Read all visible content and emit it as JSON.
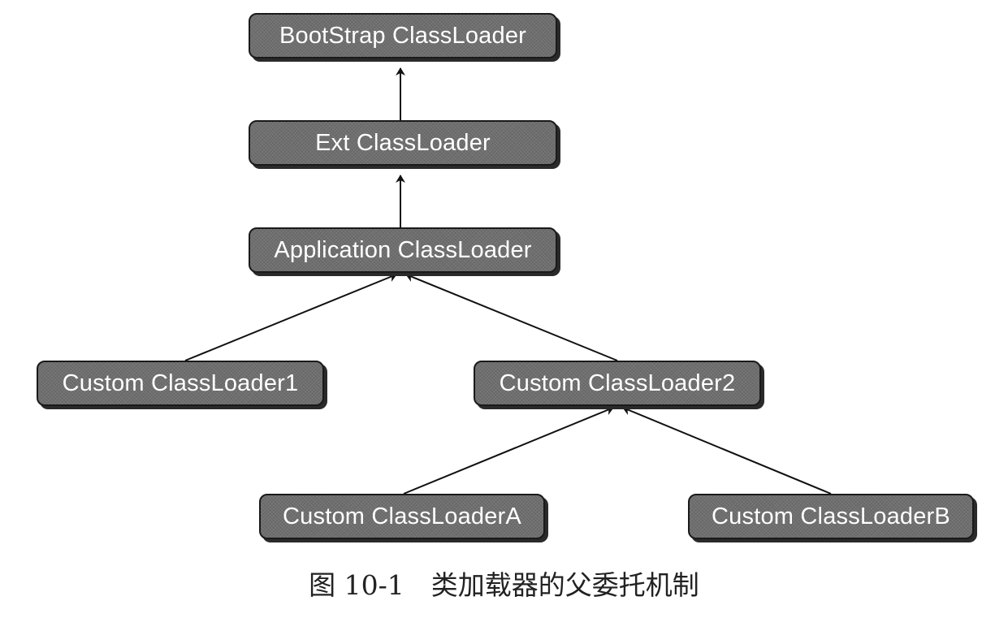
{
  "nodes": {
    "bootstrap": "BootStrap ClassLoader",
    "ext": "Ext ClassLoader",
    "application": "Application ClassLoader",
    "custom1": "Custom ClassLoader1",
    "custom2": "Custom ClassLoader2",
    "customA": "Custom ClassLoaderA",
    "customB": "Custom ClassLoaderB"
  },
  "edges": [
    {
      "from": "ext",
      "to": "bootstrap"
    },
    {
      "from": "application",
      "to": "ext"
    },
    {
      "from": "custom1",
      "to": "application"
    },
    {
      "from": "custom2",
      "to": "application"
    },
    {
      "from": "customA",
      "to": "custom2"
    },
    {
      "from": "customB",
      "to": "custom2"
    }
  ],
  "caption": "图 10-1　类加载器的父委托机制"
}
